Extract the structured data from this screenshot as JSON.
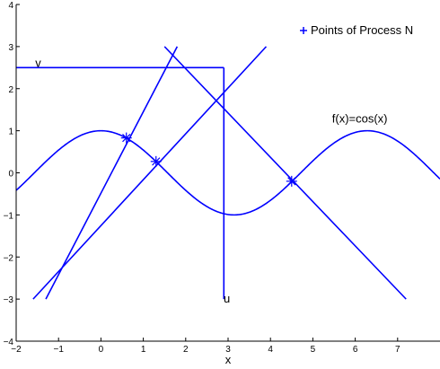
{
  "chart_data": {
    "type": "line",
    "title": "",
    "xlabel": "x",
    "ylabel": "",
    "xlim": [
      -2,
      8
    ],
    "ylim": [
      -4,
      4
    ],
    "xticks": [
      -2,
      -1,
      0,
      1,
      2,
      3,
      4,
      5,
      6,
      7
    ],
    "yticks": [
      -4,
      -3,
      -2,
      -1,
      0,
      1,
      2,
      3,
      4
    ],
    "grid": false,
    "legend": {
      "position": "top-right",
      "entries": [
        {
          "label": "Points of Process N",
          "marker": "+"
        }
      ]
    },
    "colors": {
      "series": "#0000ff",
      "axes": "#000000"
    },
    "curve": {
      "label": "f(x)=cos(x)",
      "x": [
        -2.0,
        -1.5,
        -1.0,
        -0.5,
        0.0,
        0.5,
        1.0,
        1.5,
        2.0,
        2.5,
        3.0,
        3.1416,
        3.5,
        4.0,
        4.5,
        5.0,
        5.5,
        6.0,
        6.2832,
        6.5,
        7.0,
        7.5,
        8.0
      ],
      "y": [
        -0.416,
        0.071,
        0.54,
        0.878,
        1.0,
        0.878,
        0.54,
        0.071,
        -0.416,
        -0.801,
        -0.99,
        -1.0,
        -0.936,
        -0.654,
        -0.211,
        0.284,
        0.709,
        0.96,
        1.0,
        0.977,
        0.754,
        0.347,
        -0.146
      ]
    },
    "segments": [
      {
        "x": [
          -1.3,
          1.8
        ],
        "y": [
          -3.0,
          3.0
        ]
      },
      {
        "x": [
          -1.6,
          3.9
        ],
        "y": [
          -3.0,
          3.0
        ]
      },
      {
        "x": [
          1.5,
          7.2
        ],
        "y": [
          3.0,
          -3.0
        ]
      },
      {
        "x": [
          -2.0,
          2.9
        ],
        "y": [
          2.5,
          2.5
        ]
      },
      {
        "x": [
          2.9,
          2.9
        ],
        "y": [
          2.5,
          -3.0
        ]
      }
    ],
    "points": {
      "name": "Points of Process N",
      "x": [
        0.6,
        1.3,
        4.5
      ],
      "y": [
        0.83,
        0.27,
        -0.2
      ]
    },
    "annotations": [
      {
        "text": "v",
        "x": -1.55,
        "y": 2.52
      },
      {
        "text": "u",
        "x": 3.0,
        "y": -3.0
      }
    ]
  }
}
